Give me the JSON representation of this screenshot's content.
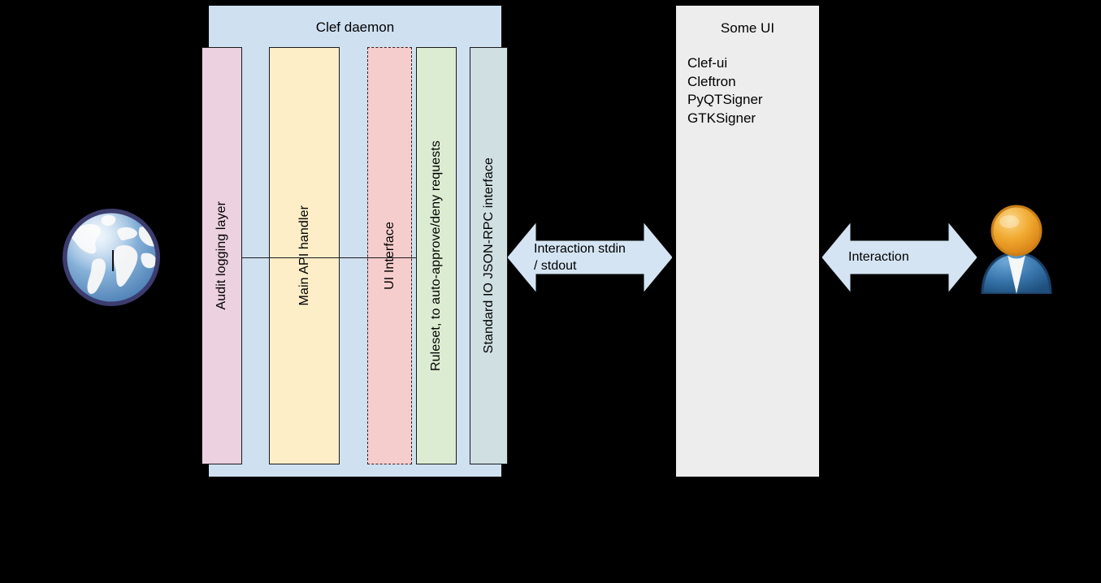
{
  "diagram": {
    "background_color": "#000000",
    "daemon": {
      "title": "Clef daemon",
      "container_color": "#cfe0f1",
      "layers": [
        {
          "label": "Audit logging layer",
          "color": "#ecd1e0",
          "border": "solid",
          "name": "audit-logging-layer"
        },
        {
          "label": "Main API handler",
          "color": "#fdeec8",
          "border": "solid",
          "name": "main-api-handler"
        },
        {
          "label": "UI Interface",
          "color": "#f6cdcd",
          "border": "dashed",
          "name": "ui-interface"
        },
        {
          "label": "Ruleset, to auto-approve/deny requests",
          "color": "#dcecd2",
          "border": "solid",
          "name": "ruleset"
        },
        {
          "label": "Standard IO JSON-RPC interface",
          "color": "#cfdfe2",
          "border": "solid",
          "name": "standard-io-jsonrpc-interface"
        }
      ]
    },
    "some_ui": {
      "title": "Some UI",
      "panel_color": "#ededed",
      "items": [
        "Clef-ui",
        "Cleftron",
        "PyQTSigner",
        "GTKSigner"
      ]
    },
    "arrows": [
      {
        "name": "stdio-arrow",
        "label_lines": [
          "Interaction stdin",
          "/ stdout"
        ],
        "fill": "#d4e4f2",
        "direction": "bidirectional"
      },
      {
        "name": "interaction-arrow",
        "label_lines": [
          "Interaction"
        ],
        "fill": "#d4e4f2",
        "direction": "bidirectional"
      }
    ],
    "icons": [
      {
        "name": "globe-icon",
        "description": "globe"
      },
      {
        "name": "user-icon",
        "description": "user"
      }
    ]
  }
}
